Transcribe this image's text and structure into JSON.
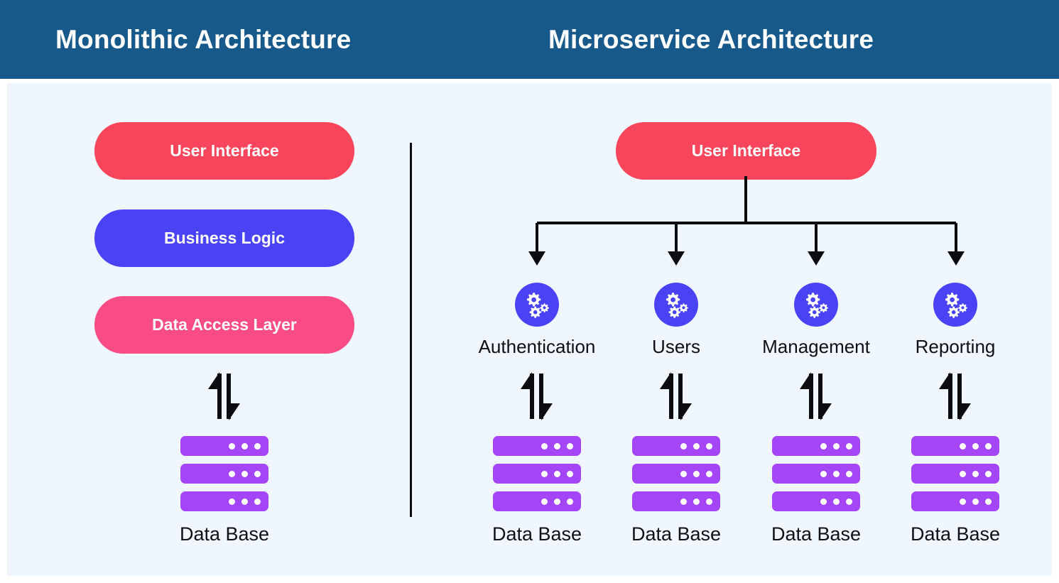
{
  "header": {
    "background": "#17598b",
    "left_title": "Monolithic Architecture",
    "right_title": "Microservice Architecture"
  },
  "colors": {
    "panel_background": "#eff6fd",
    "user_interface": "#f7455b",
    "business_logic": "#4a43f5",
    "data_access_layer": "#f94c86",
    "database": "#a445f7",
    "service_icon": "#4a43f5",
    "connector": "#0b0b10",
    "text_dark": "#101014",
    "text_light": "#ffffff"
  },
  "monolithic": {
    "layers": [
      {
        "label": "User Interface",
        "color": "#f7455b"
      },
      {
        "label": "Business Logic",
        "color": "#4a43f5"
      },
      {
        "label": "Data Access Layer",
        "color": "#f94c86"
      }
    ],
    "arrow_icon": "bidirectional-arrow-icon",
    "database": {
      "icon": "database-stack-icon",
      "label": "Data Base",
      "bars": 3,
      "dots_per_bar": 3
    }
  },
  "microservice": {
    "entry": {
      "label": "User Interface",
      "color": "#f7455b"
    },
    "services": [
      {
        "name": "Authentication",
        "icon": "gears-icon",
        "arrow_icon": "bidirectional-arrow-icon",
        "database_label": "Data Base"
      },
      {
        "name": "Users",
        "icon": "gears-icon",
        "arrow_icon": "bidirectional-arrow-icon",
        "database_label": "Data Base"
      },
      {
        "name": "Management",
        "icon": "gears-icon",
        "arrow_icon": "bidirectional-arrow-icon",
        "database_label": "Data Base"
      },
      {
        "name": "Reporting",
        "icon": "gears-icon",
        "arrow_icon": "bidirectional-arrow-icon",
        "database_label": "Data Base"
      }
    ]
  }
}
